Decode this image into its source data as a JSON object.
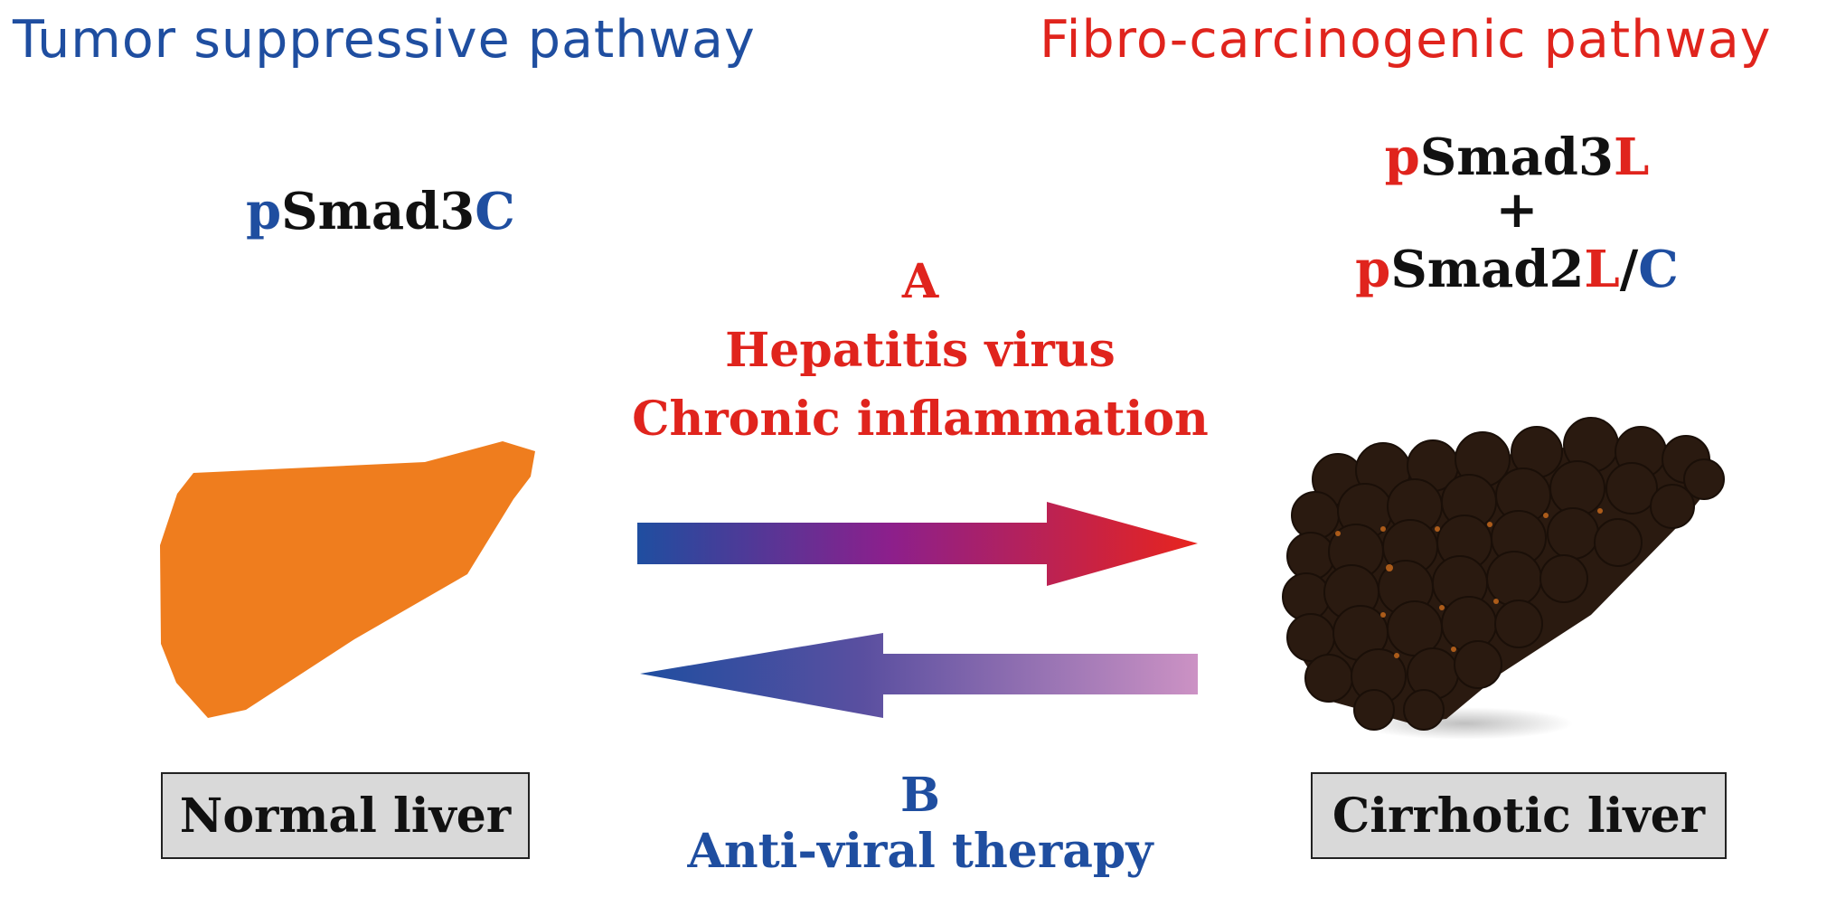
{
  "headings": {
    "left": "Tumor suppressive pathway",
    "right": "Fibro-carcinogenic pathway"
  },
  "markers": {
    "normal": {
      "p": "p",
      "smad": "Smad3",
      "site": "C"
    },
    "cirrhotic_line1": {
      "p": "p",
      "smad": "Smad3",
      "site": "L"
    },
    "plus": "+",
    "cirrhotic_line2": {
      "p": "p",
      "smad": "Smad2",
      "site_a": "L",
      "slash": "/",
      "site_b": "C"
    }
  },
  "forward": {
    "letter": "A",
    "line1": "Hepatitis virus",
    "line2": "Chronic inflammation"
  },
  "reverse": {
    "letter": "B",
    "line1": "Anti-viral therapy"
  },
  "labels": {
    "normal": "Normal liver",
    "cirrhotic": "Cirrhotic liver"
  },
  "colors": {
    "red": "#e0241d",
    "blue": "#1f4ea0",
    "normal_liver": "#ef7d1e",
    "cirrhotic_liver": "#2a1a10"
  }
}
